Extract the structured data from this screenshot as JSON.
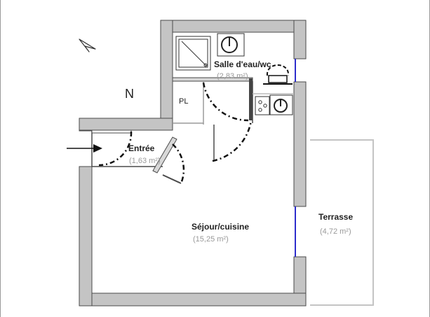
{
  "compass": {
    "label": "N",
    "icon": "north-arrow-icon"
  },
  "rooms": {
    "salle": {
      "name": "Salle d'eau/wc",
      "area": "(2,83 m²)"
    },
    "entree": {
      "name": "Entrée",
      "area": "(1,63 m²)"
    },
    "sejour": {
      "name": "Séjour/cuisine",
      "area": "(15,25 m²)"
    },
    "terrasse": {
      "name": "Terrasse",
      "area": "(4,72 m²)"
    }
  },
  "closet": {
    "label": "PL"
  },
  "colors": {
    "wall": "#c4c4c4",
    "wall_edge": "#4a4a4a",
    "window": "#2d2dcc",
    "terrace_edge": "#c4c4c4"
  },
  "icons": [
    "north-arrow-icon",
    "entry-arrow-icon",
    "shower-icon",
    "washbasin-icon",
    "toilet-icon",
    "cooktop-icon",
    "kitchen-sink-icon"
  ]
}
